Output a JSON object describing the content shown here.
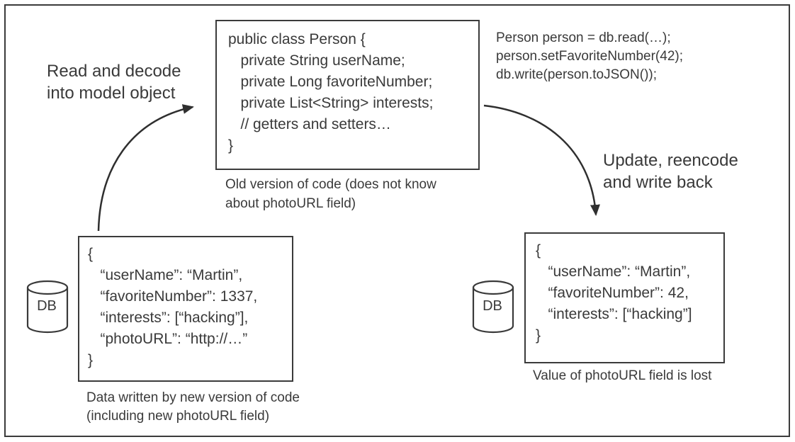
{
  "colors": {
    "ink": "#3a3a3a",
    "background": "#ffffff"
  },
  "figure": {
    "model_code_box": {
      "lines": [
        "public class Person {",
        "   private String userName;",
        "   private Long favoriteNumber;",
        "   private List<String> interests;",
        "   // getters and setters…",
        "}"
      ],
      "caption": "Old version of code (does not know\nabout photoURL field)"
    },
    "app_code": {
      "lines": [
        "Person person = db.read(…);",
        "person.setFavoriteNumber(42);",
        "db.write(person.toJSON());"
      ]
    },
    "read_arrow_label": "Read and decode\ninto model object",
    "write_arrow_label": "Update, reencode\nand write back",
    "left_db": {
      "label": "DB"
    },
    "left_json_box": {
      "lines": [
        "{",
        "   “userName”: “Martin”,",
        "   “favoriteNumber”: 1337,",
        "   “interests”: [“hacking”],",
        "   “photoURL”: “http://…”",
        "}"
      ],
      "caption": "Data written by new version of code\n(including new photoURL field)"
    },
    "right_db": {
      "label": "DB"
    },
    "right_json_box": {
      "lines": [
        "{",
        "   “userName”: “Martin”,",
        "   “favoriteNumber”: 42,",
        "   “interests”: [“hacking”]",
        "}"
      ],
      "caption": "Value of photoURL field is lost"
    }
  }
}
